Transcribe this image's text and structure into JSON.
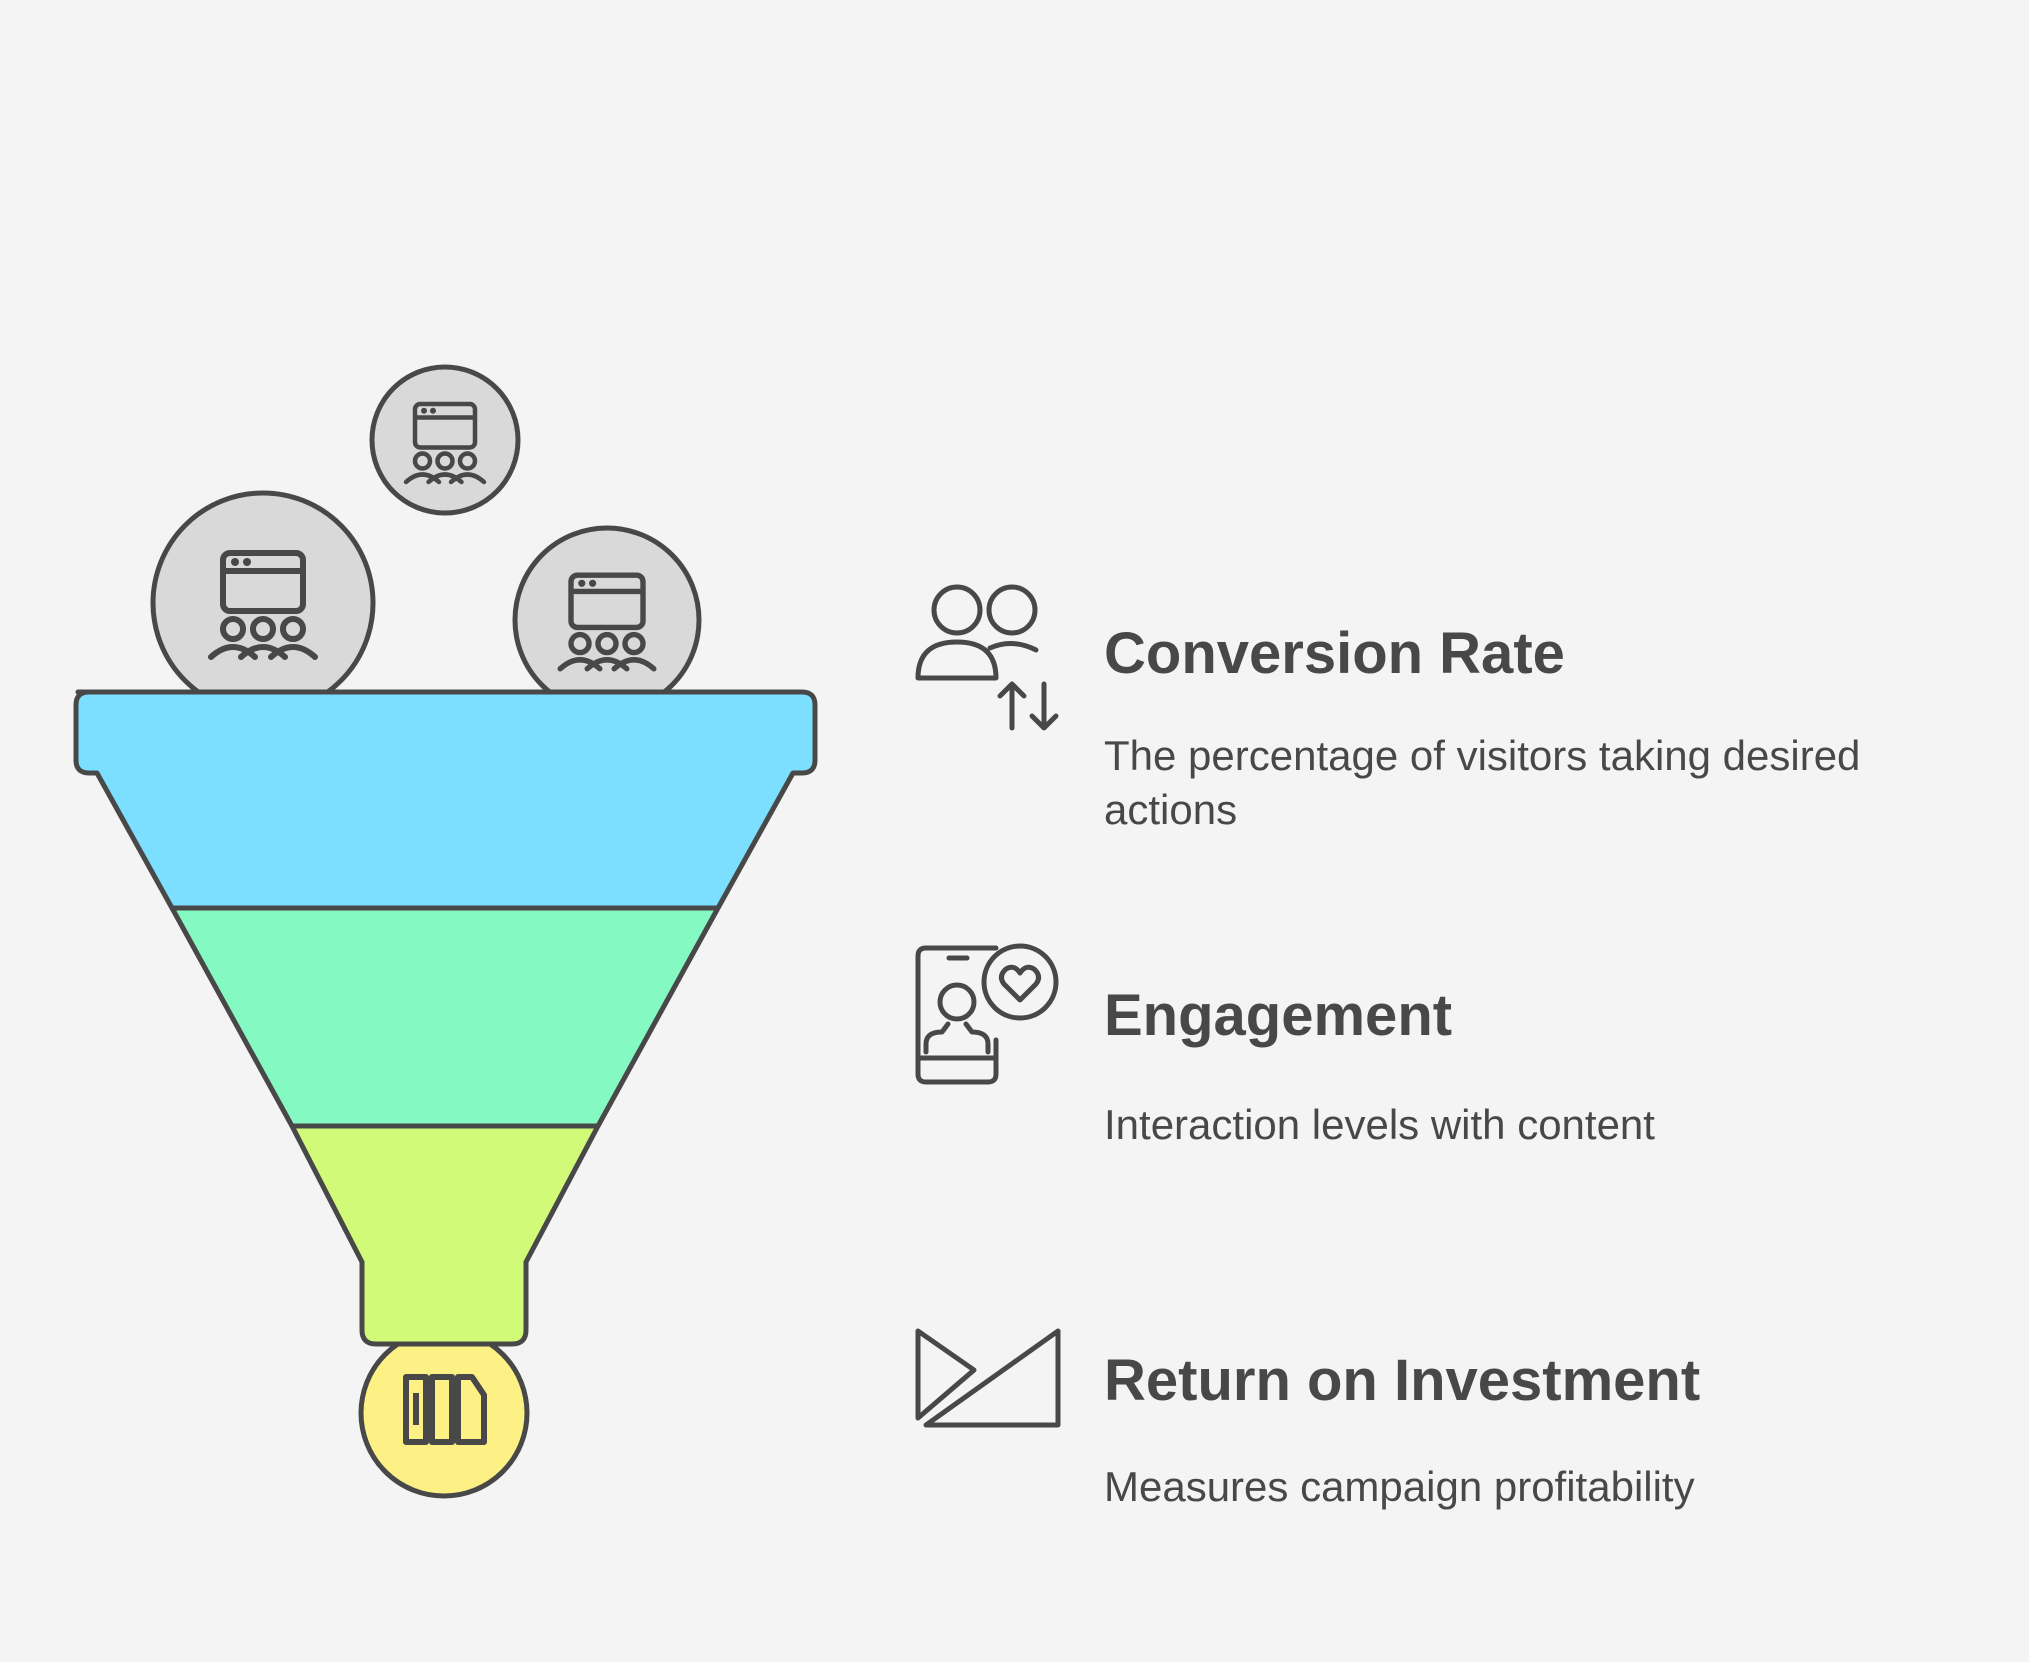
{
  "colors": {
    "background": "#f4f4f4",
    "outline": "#484848",
    "stage1": "#7ddfff",
    "stage2": "#84f9c2",
    "stage3": "#d1fa79",
    "output": "#fdf085",
    "input_circle": "#d9d9d9"
  },
  "funnel": {
    "input_icons": [
      "browser-audience-icon",
      "browser-audience-icon",
      "browser-audience-icon"
    ],
    "output_icon": "bar-chart-icon"
  },
  "items": [
    {
      "icon": "users-exchange-icon",
      "title": "Conversion Rate",
      "description": "The percentage of visitors taking desired actions"
    },
    {
      "icon": "phone-heart-icon",
      "title": "Engagement",
      "description": "Interaction levels with content"
    },
    {
      "icon": "angle-chart-icon",
      "title": "Return on Investment",
      "description": "Measures campaign profitability"
    }
  ]
}
